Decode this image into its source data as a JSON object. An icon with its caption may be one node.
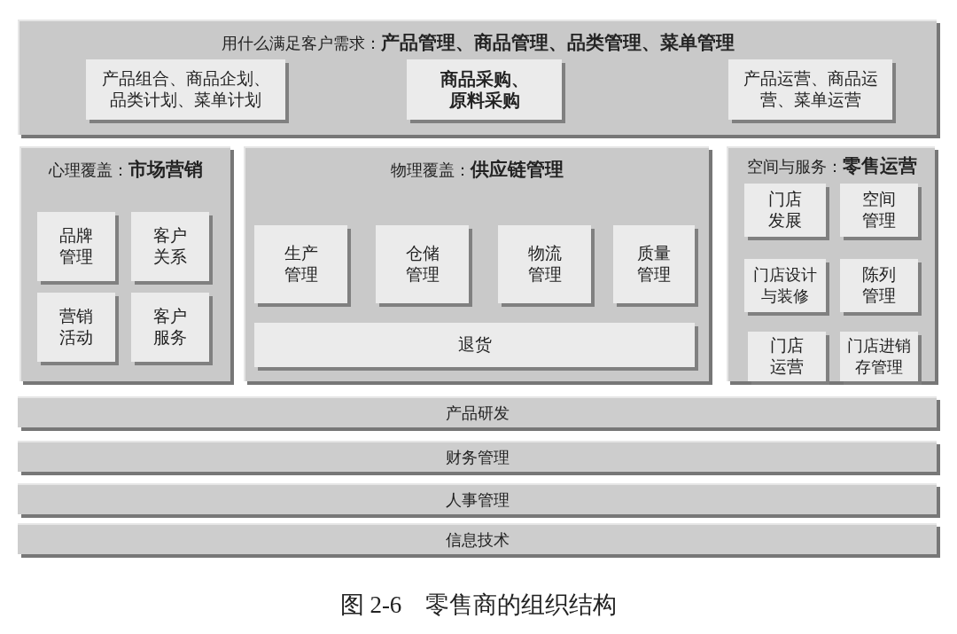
{
  "diagram": {
    "caption": "图 2-6　零售商的组织结构",
    "nodes": [
      {
        "text": [
          "用什么满足客户需求：**产品管理、商品管理、品类管理、菜单管理**"
        ]
      },
      {
        "text": [
          "产品组合、商品企划、品类计划、菜单计划"
        ],
        "in": 0
      },
      {
        "text": [
          "商品采购、原料采购"
        ],
        "in": 0
      },
      {
        "text": [
          "产品运营、商品运营、菜单运营"
        ],
        "in": 0
      },
      {
        "text": [
          "心理覆盖：**市场营销**"
        ]
      },
      {
        "text": [
          "品牌管理"
        ],
        "in": 4
      },
      {
        "text": [
          "客户关系"
        ],
        "in": 4
      },
      {
        "text": [
          "营销活动"
        ],
        "in": 4
      },
      {
        "text": [
          "客户服务"
        ],
        "in": 4
      },
      {
        "text": [
          "物理覆盖：**供应链管理**"
        ]
      },
      {
        "text": [
          "生产管理"
        ],
        "in": 9
      },
      {
        "text": [
          "仓储管理"
        ],
        "in": 9
      },
      {
        "text": [
          "物流管理"
        ],
        "in": 9
      },
      {
        "text": [
          "质量管理"
        ],
        "in": 9
      },
      {
        "text": [
          "退货"
        ],
        "in": 9
      },
      {
        "text": [
          "空间与服务：**零售运营**"
        ]
      },
      {
        "text": [
          "门店发展"
        ],
        "in": 15
      },
      {
        "text": [
          "空间管理"
        ],
        "in": 15
      },
      {
        "text": [
          "门店设计与装修"
        ],
        "in": 15
      },
      {
        "text": [
          "陈列管理"
        ],
        "in": 15
      },
      {
        "text": [
          "门店运营"
        ],
        "in": 15
      },
      {
        "text": [
          "门店进销存管理"
        ],
        "in": 15
      },
      {
        "text": [
          "产品研发"
        ]
      },
      {
        "text": [
          "财务管理"
        ]
      },
      {
        "text": [
          "人事管理"
        ]
      },
      {
        "text": [
          "信息技术"
        ]
      }
    ],
    "edges": []
  }
}
